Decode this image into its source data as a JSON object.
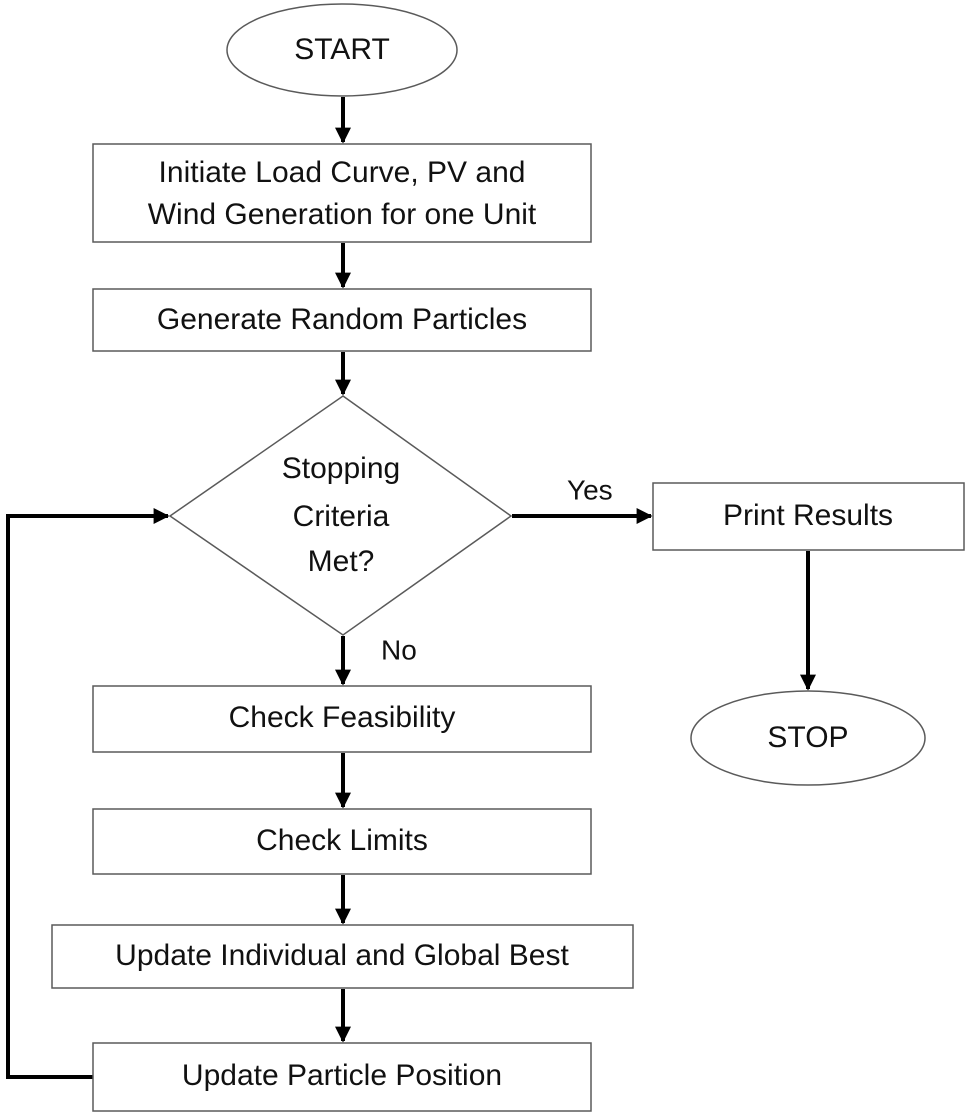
{
  "diagram": {
    "start": "START",
    "init_line1": "Initiate Load Curve, PV and",
    "init_line2": "Wind Generation for one Unit",
    "generate": "Generate Random Particles",
    "decision_line1": "Stopping",
    "decision_line2": "Criteria",
    "decision_line3": "Met?",
    "yes_label": "Yes",
    "no_label": "No",
    "print": "Print Results",
    "stop": "STOP",
    "feasibility": "Check Feasibility",
    "limits": "Check Limits",
    "update_best": "Update Individual and Global Best",
    "update_position": "Update Particle Position"
  },
  "colors": {
    "connector": "#000000",
    "shape_border": "#5a5a5a",
    "shape_fill": "#ffffff",
    "text": "#111111"
  }
}
